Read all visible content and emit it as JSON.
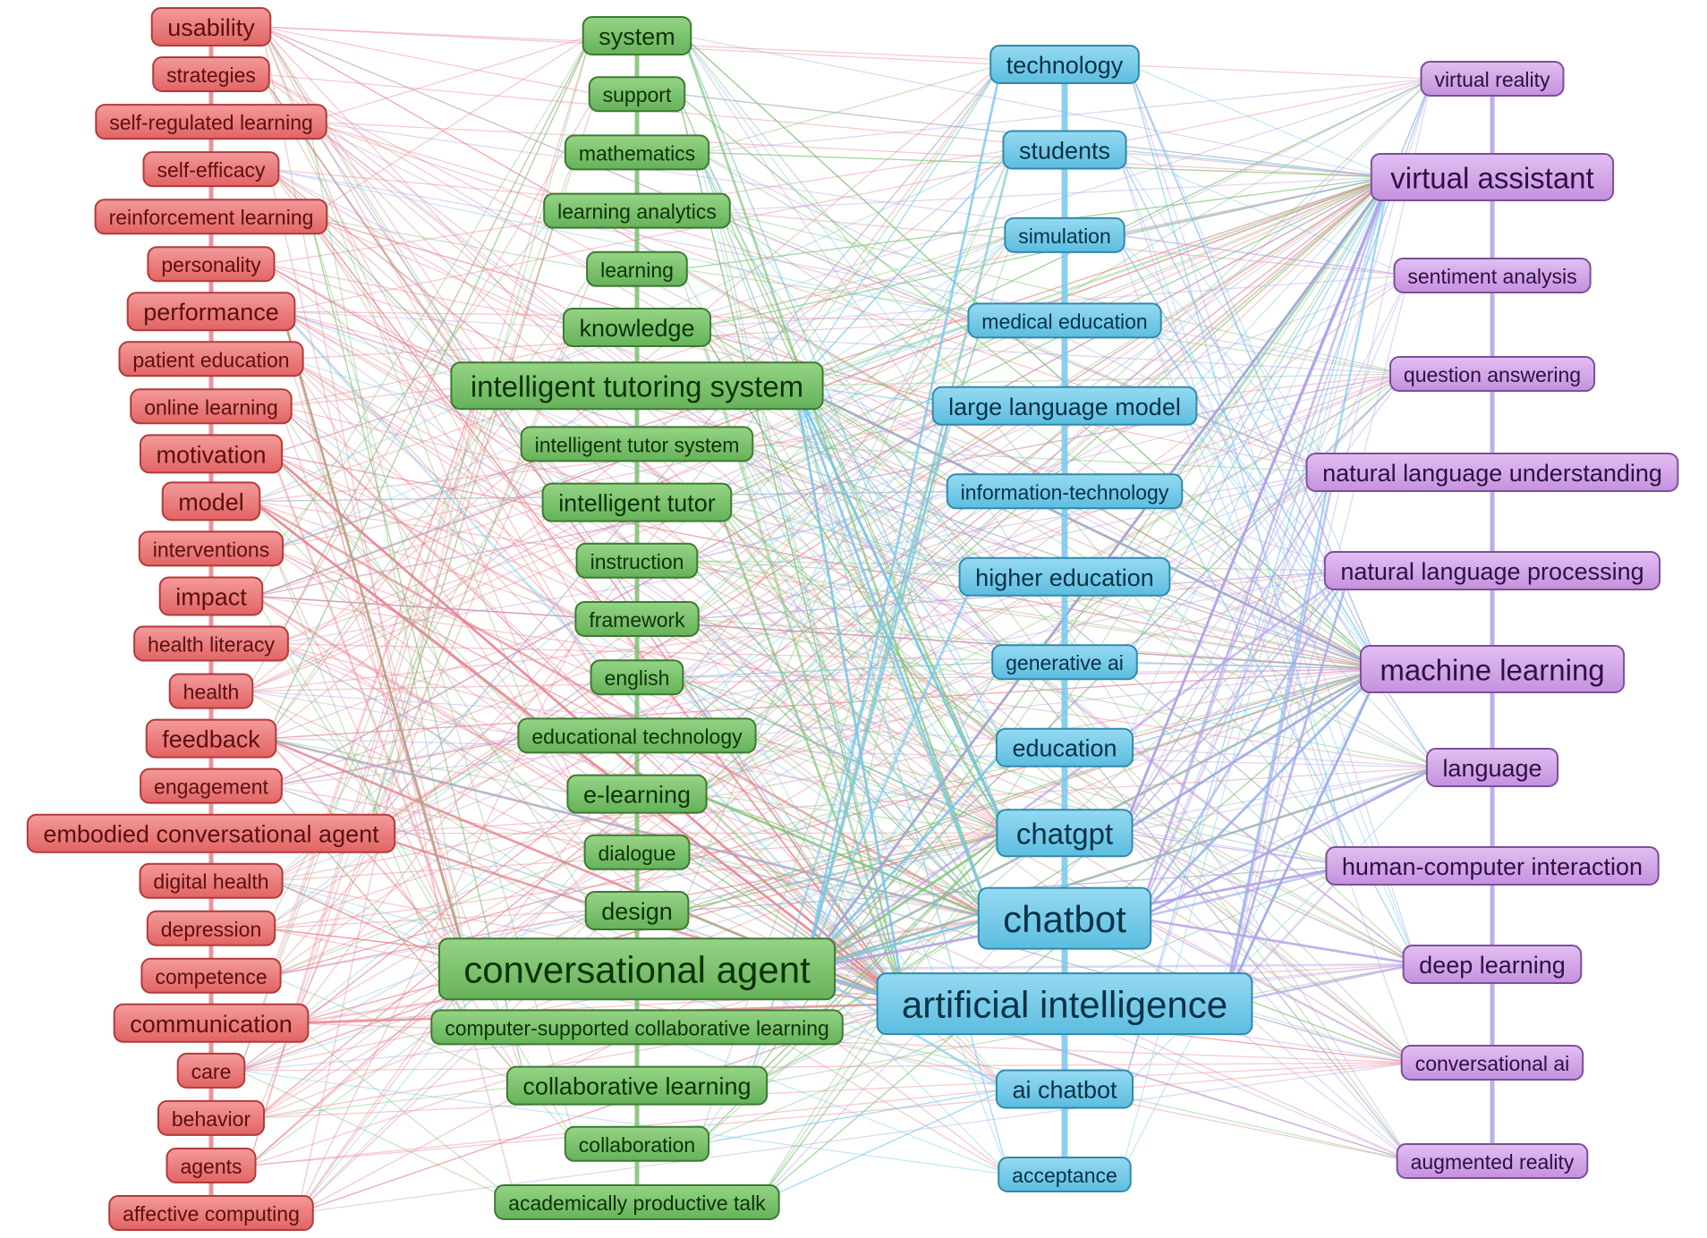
{
  "clusters": [
    {
      "name": "red",
      "fill": "#ee7b7b",
      "stroke": "#b23a3a",
      "text": "#5a1010",
      "edge": "#e8808c",
      "nodes": [
        {
          "label": "usability",
          "weight": 2
        },
        {
          "label": "strategies",
          "weight": 1
        },
        {
          "label": "self-regulated learning",
          "weight": 1
        },
        {
          "label": "self-efficacy",
          "weight": 1
        },
        {
          "label": "reinforcement learning",
          "weight": 1
        },
        {
          "label": "personality",
          "weight": 1
        },
        {
          "label": "performance",
          "weight": 2
        },
        {
          "label": "patient education",
          "weight": 1
        },
        {
          "label": "online learning",
          "weight": 1
        },
        {
          "label": "motivation",
          "weight": 2
        },
        {
          "label": "model",
          "weight": 2
        },
        {
          "label": "interventions",
          "weight": 1
        },
        {
          "label": "impact",
          "weight": 2
        },
        {
          "label": "health literacy",
          "weight": 1
        },
        {
          "label": "health",
          "weight": 1
        },
        {
          "label": "feedback",
          "weight": 2
        },
        {
          "label": "engagement",
          "weight": 1
        },
        {
          "label": "embodied conversational agent",
          "weight": 2
        },
        {
          "label": "digital health",
          "weight": 1
        },
        {
          "label": "depression",
          "weight": 1
        },
        {
          "label": "competence",
          "weight": 1
        },
        {
          "label": "communication",
          "weight": 2
        },
        {
          "label": "care",
          "weight": 1
        },
        {
          "label": "behavior",
          "weight": 1
        },
        {
          "label": "agents",
          "weight": 1
        },
        {
          "label": "affective computing",
          "weight": 1
        }
      ]
    },
    {
      "name": "green",
      "fill": "#7cc46c",
      "stroke": "#3c7a32",
      "text": "#0e3208",
      "edge": "#7cc070",
      "nodes": [
        {
          "label": "system",
          "weight": 2
        },
        {
          "label": "support",
          "weight": 1
        },
        {
          "label": "mathematics",
          "weight": 1
        },
        {
          "label": "learning analytics",
          "weight": 1
        },
        {
          "label": "learning",
          "weight": 1
        },
        {
          "label": "knowledge",
          "weight": 2
        },
        {
          "label": "intelligent tutoring system",
          "weight": 3
        },
        {
          "label": "intelligent tutor system",
          "weight": 1
        },
        {
          "label": "intelligent tutor",
          "weight": 2
        },
        {
          "label": "instruction",
          "weight": 1
        },
        {
          "label": "framework",
          "weight": 1
        },
        {
          "label": "english",
          "weight": 1
        },
        {
          "label": "educational technology",
          "weight": 1
        },
        {
          "label": "e-learning",
          "weight": 2
        },
        {
          "label": "dialogue",
          "weight": 1
        },
        {
          "label": "design",
          "weight": 2
        },
        {
          "label": "conversational agent",
          "weight": 4
        },
        {
          "label": "computer-supported collaborative learning",
          "weight": 1
        },
        {
          "label": "collaborative learning",
          "weight": 2
        },
        {
          "label": "collaboration",
          "weight": 1
        },
        {
          "label": "academically productive talk",
          "weight": 1
        }
      ]
    },
    {
      "name": "blue",
      "fill": "#74cbe9",
      "stroke": "#2f8aac",
      "text": "#083245",
      "edge": "#78c8ee",
      "nodes": [
        {
          "label": "technology",
          "weight": 2
        },
        {
          "label": "students",
          "weight": 2
        },
        {
          "label": "simulation",
          "weight": 1
        },
        {
          "label": "medical education",
          "weight": 1
        },
        {
          "label": "large language model",
          "weight": 2
        },
        {
          "label": "information-technology",
          "weight": 1
        },
        {
          "label": "higher education",
          "weight": 2
        },
        {
          "label": "generative ai",
          "weight": 1
        },
        {
          "label": "education",
          "weight": 2
        },
        {
          "label": "chatgpt",
          "weight": 3
        },
        {
          "label": "chatbot",
          "weight": 4
        },
        {
          "label": "artificial intelligence",
          "weight": 4
        },
        {
          "label": "ai chatbot",
          "weight": 2
        },
        {
          "label": "acceptance",
          "weight": 1
        }
      ]
    },
    {
      "name": "purple",
      "fill": "#d3a6e8",
      "stroke": "#7d4f98",
      "text": "#2e0f44",
      "edge": "#b3a0e8",
      "nodes": [
        {
          "label": "virtual reality",
          "weight": 1
        },
        {
          "label": "virtual assistant",
          "weight": 3
        },
        {
          "label": "sentiment analysis",
          "weight": 1
        },
        {
          "label": "question answering",
          "weight": 1
        },
        {
          "label": "natural language understanding",
          "weight": 2
        },
        {
          "label": "natural language processing",
          "weight": 2
        },
        {
          "label": "machine learning",
          "weight": 3
        },
        {
          "label": "language",
          "weight": 2
        },
        {
          "label": "human-computer interaction",
          "weight": 2
        },
        {
          "label": "deep learning",
          "weight": 2
        },
        {
          "label": "conversational ai",
          "weight": 1
        },
        {
          "label": "augmented reality",
          "weight": 1
        }
      ]
    }
  ]
}
